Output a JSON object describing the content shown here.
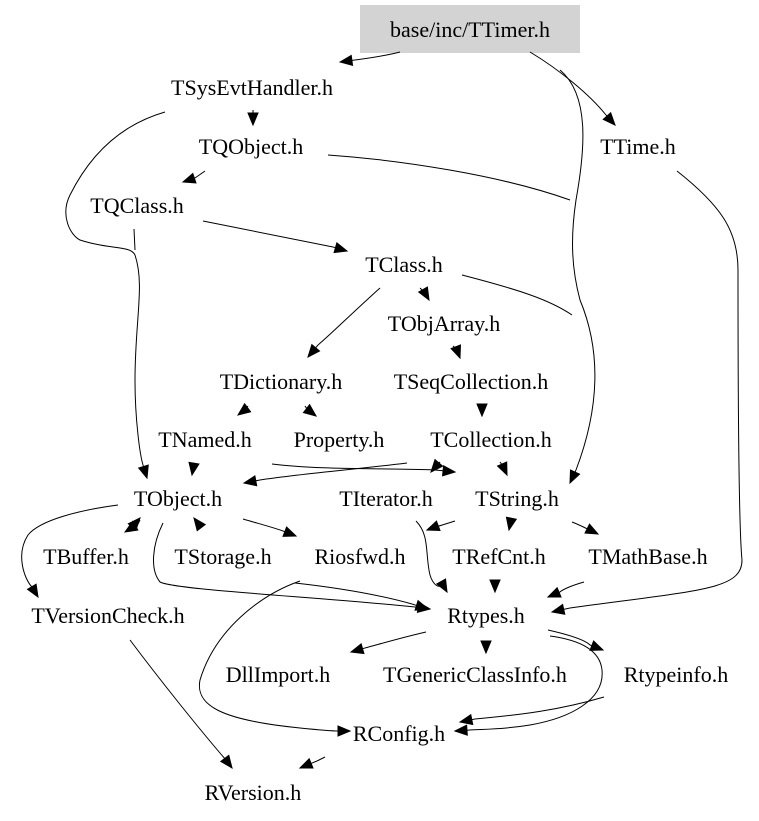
{
  "diagram": {
    "type": "include-dependency-graph",
    "root": "base/inc/TTimer.h",
    "colors": {
      "root_fill": "#d3d3d3",
      "edge": "#000000",
      "text": "#000000",
      "background": "#ffffff"
    },
    "nodes": [
      {
        "id": "TTimer",
        "label": "base/inc/TTimer.h",
        "root": true
      },
      {
        "id": "TSysEvtHandler",
        "label": "TSysEvtHandler.h"
      },
      {
        "id": "TTime",
        "label": "TTime.h"
      },
      {
        "id": "TQObject",
        "label": "TQObject.h"
      },
      {
        "id": "TQClass",
        "label": "TQClass.h"
      },
      {
        "id": "TClass",
        "label": "TClass.h"
      },
      {
        "id": "TObjArray",
        "label": "TObjArray.h"
      },
      {
        "id": "TDictionary",
        "label": "TDictionary.h"
      },
      {
        "id": "TSeqCollection",
        "label": "TSeqCollection.h"
      },
      {
        "id": "TNamed",
        "label": "TNamed.h"
      },
      {
        "id": "Property",
        "label": "Property.h"
      },
      {
        "id": "TCollection",
        "label": "TCollection.h"
      },
      {
        "id": "TObject",
        "label": "TObject.h"
      },
      {
        "id": "TIterator",
        "label": "TIterator.h"
      },
      {
        "id": "TString",
        "label": "TString.h"
      },
      {
        "id": "TBuffer",
        "label": "TBuffer.h"
      },
      {
        "id": "TStorage",
        "label": "TStorage.h"
      },
      {
        "id": "Riosfwd",
        "label": "Riosfwd.h"
      },
      {
        "id": "TRefCnt",
        "label": "TRefCnt.h"
      },
      {
        "id": "TMathBase",
        "label": "TMathBase.h"
      },
      {
        "id": "TVersionCheck",
        "label": "TVersionCheck.h"
      },
      {
        "id": "Rtypes",
        "label": "Rtypes.h"
      },
      {
        "id": "DllImport",
        "label": "DllImport.h"
      },
      {
        "id": "TGenericClassInfo",
        "label": "TGenericClassInfo.h"
      },
      {
        "id": "Rtypeinfo",
        "label": "Rtypeinfo.h"
      },
      {
        "id": "RConfig",
        "label": "RConfig.h"
      },
      {
        "id": "RVersion",
        "label": "RVersion.h"
      }
    ],
    "edges": [
      {
        "from": "TTimer",
        "to": "TSysEvtHandler"
      },
      {
        "from": "TTimer",
        "to": "TTime"
      },
      {
        "from": "TTimer",
        "to": "TString"
      },
      {
        "from": "TSysEvtHandler",
        "to": "TQObject"
      },
      {
        "from": "TSysEvtHandler",
        "to": "TObject"
      },
      {
        "from": "TQObject",
        "to": "TQClass"
      },
      {
        "from": "TQObject",
        "to": "TString"
      },
      {
        "from": "TQClass",
        "to": "TClass"
      },
      {
        "from": "TQClass",
        "to": "TObject"
      },
      {
        "from": "TClass",
        "to": "TObjArray"
      },
      {
        "from": "TClass",
        "to": "TDictionary"
      },
      {
        "from": "TClass",
        "to": "TString"
      },
      {
        "from": "TObjArray",
        "to": "TSeqCollection"
      },
      {
        "from": "TSeqCollection",
        "to": "TCollection"
      },
      {
        "from": "TDictionary",
        "to": "TNamed"
      },
      {
        "from": "TDictionary",
        "to": "Property"
      },
      {
        "from": "TNamed",
        "to": "TObject"
      },
      {
        "from": "TNamed",
        "to": "TString"
      },
      {
        "from": "TCollection",
        "to": "TObject"
      },
      {
        "from": "TCollection",
        "to": "TIterator"
      },
      {
        "from": "TCollection",
        "to": "TString"
      },
      {
        "from": "TObject",
        "to": "TBuffer"
      },
      {
        "from": "TObject",
        "to": "TStorage"
      },
      {
        "from": "TObject",
        "to": "Riosfwd"
      },
      {
        "from": "TObject",
        "to": "TVersionCheck"
      },
      {
        "from": "TObject",
        "to": "Rtypes"
      },
      {
        "from": "TBuffer",
        "to": "TObject"
      },
      {
        "from": "TIterator",
        "to": "Rtypes"
      },
      {
        "from": "TString",
        "to": "TRefCnt"
      },
      {
        "from": "TString",
        "to": "TMathBase"
      },
      {
        "from": "TString",
        "to": "Riosfwd"
      },
      {
        "from": "TRefCnt",
        "to": "Rtypes"
      },
      {
        "from": "TMathBase",
        "to": "Rtypes"
      },
      {
        "from": "TTime",
        "to": "Rtypes"
      },
      {
        "from": "Riosfwd",
        "to": "RConfig"
      },
      {
        "from": "Riosfwd",
        "to": "Rtypes"
      },
      {
        "from": "Rtypes",
        "to": "DllImport"
      },
      {
        "from": "Rtypes",
        "to": "TGenericClassInfo"
      },
      {
        "from": "Rtypes",
        "to": "Rtypeinfo"
      },
      {
        "from": "Rtypes",
        "to": "RConfig"
      },
      {
        "from": "Rtypeinfo",
        "to": "RConfig"
      },
      {
        "from": "TVersionCheck",
        "to": "RVersion"
      },
      {
        "from": "RConfig",
        "to": "RVersion"
      }
    ]
  }
}
